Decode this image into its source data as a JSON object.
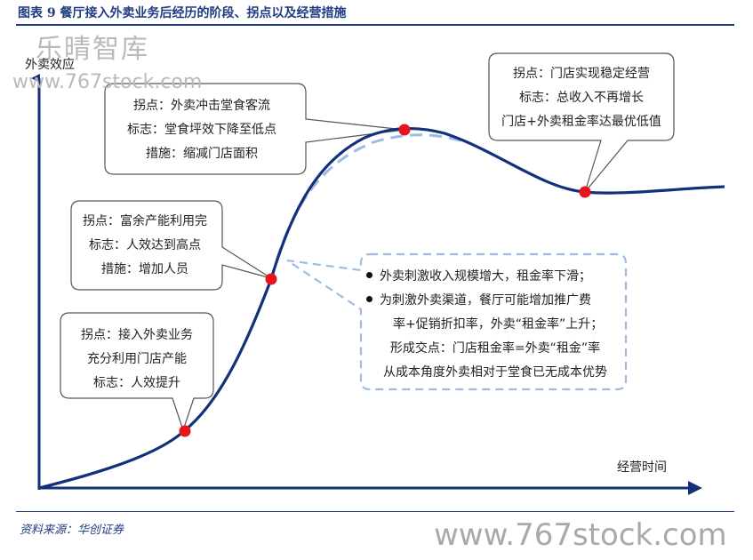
{
  "figure": {
    "title": "图表 9    餐厅接入外卖业务后经历的阶段、拐点以及经营措施",
    "source": "资料来源：华创证券"
  },
  "watermarks": [
    "乐晴智库",
    "www.767stock.com",
    "www.767stock.com"
  ],
  "axes": {
    "y_label": "外卖效应",
    "x_label": "经营时间"
  },
  "callouts": [
    {
      "id": "inflection-2",
      "lines": [
        "拐点：外卖冲击堂食客流",
        "标志：堂食坪效下降至低点",
        "措施：缩减门店面积"
      ]
    },
    {
      "id": "inflection-3",
      "lines": [
        "拐点：门店实现稳定经营",
        "标志：总收入不再增长",
        "门店+外卖租金率达最优低值"
      ]
    },
    {
      "id": "inflection-1",
      "lines": [
        "拐点：富余产能利用完",
        "标志：人效达到高点",
        "措施：增加人员"
      ]
    },
    {
      "id": "inflection-0",
      "lines": [
        "拐点：接入外卖业务",
        "充分利用门店产能",
        "标志：人效提升"
      ]
    }
  ],
  "note": {
    "bullets": [
      "外卖刺激收入规模增大，租金率下滑；",
      "为刺激外卖渠道，餐厅可能增加推广费"
    ],
    "continuation": "率+促销折扣率，外卖“租金率”上升；",
    "lines": [
      "形成交点：门店租金率=外卖“租金”率",
      "从成本角度外卖相对于堂食已无成本优势"
    ]
  },
  "colors": {
    "curve": "#13307a",
    "dashed_curve": "#9dbce3",
    "point": "#e8141c",
    "axis": "#13307a",
    "title": "#1f3b82"
  }
}
